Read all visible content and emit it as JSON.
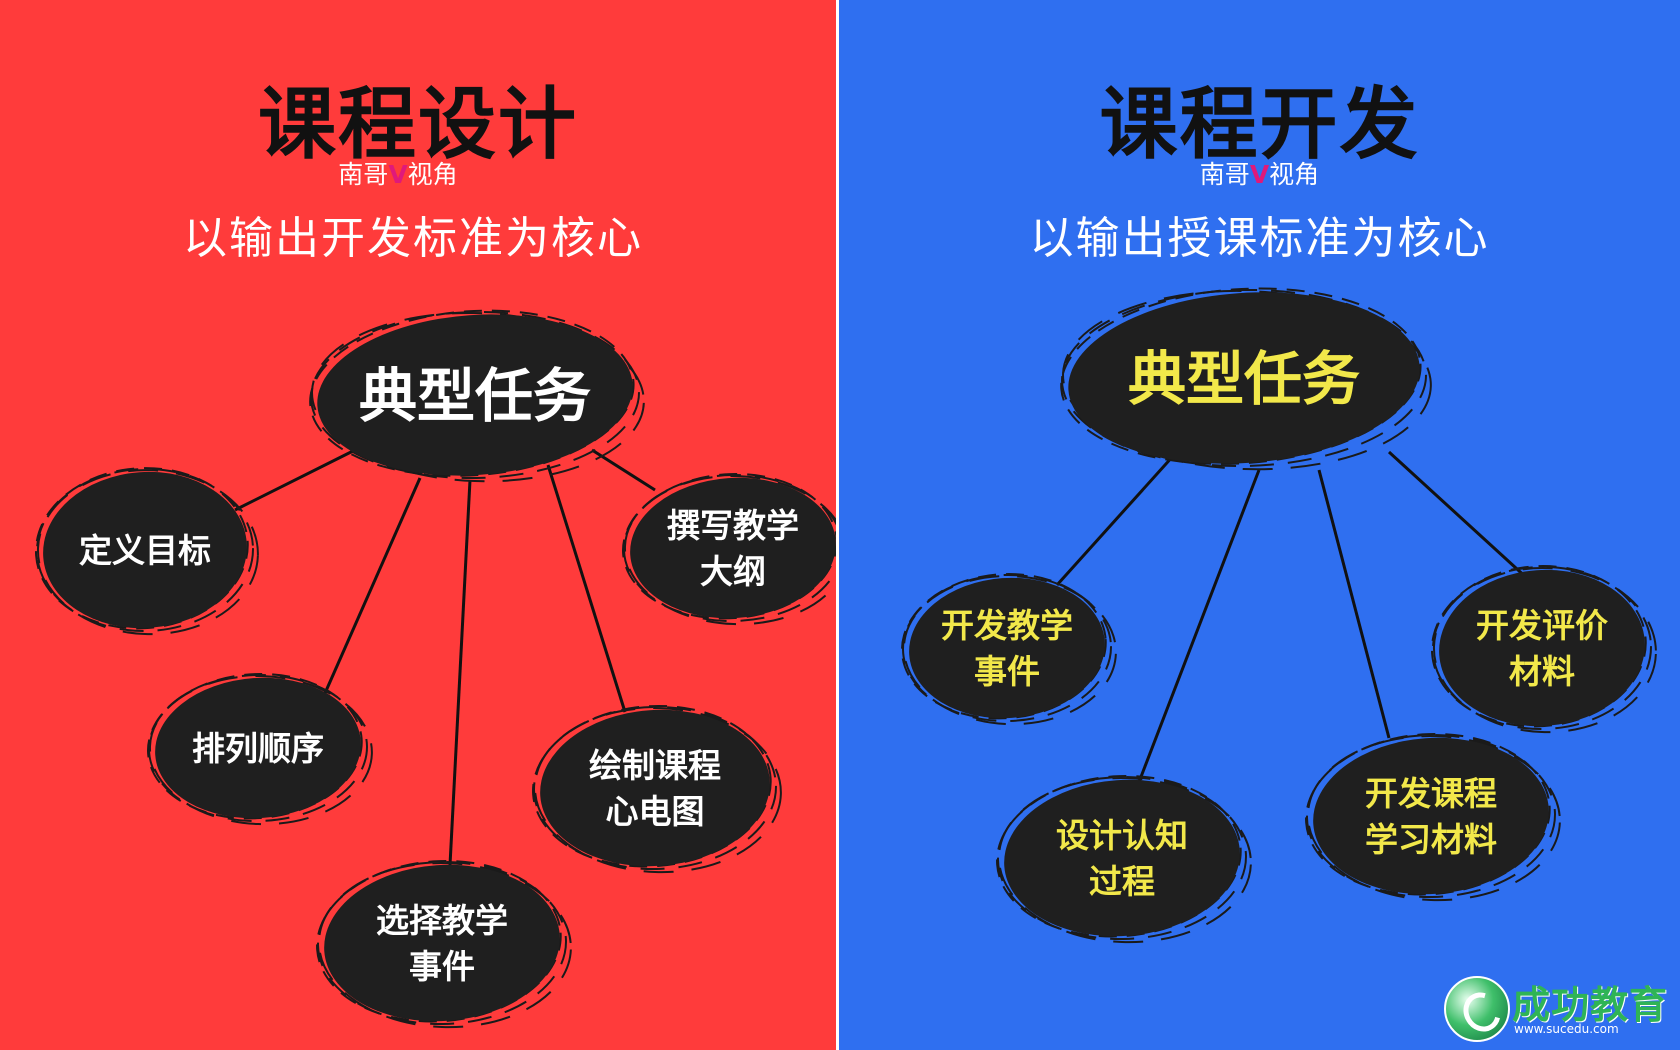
{
  "left": {
    "title": "课程设计",
    "brand_prefix": "南哥",
    "brand_v": "V",
    "brand_suffix": "视角",
    "subtitle": "以输出开发标准为核心",
    "center": "典型任务",
    "bg_color": "#ff3b3b",
    "text_color": "#ffffff",
    "nodes": [
      {
        "lines": [
          "定义目标"
        ]
      },
      {
        "lines": [
          "排列顺序"
        ]
      },
      {
        "lines": [
          "选择教学",
          "事件"
        ]
      },
      {
        "lines": [
          "绘制课程",
          "心电图"
        ]
      },
      {
        "lines": [
          "撰写教学",
          "大纲"
        ]
      }
    ]
  },
  "right": {
    "title": "课程开发",
    "brand_prefix": "南哥",
    "brand_v": "V",
    "brand_suffix": "视角",
    "subtitle": "以输出授课标准为核心",
    "center": "典型任务",
    "bg_color": "#2f6ff0",
    "text_color": "#f2e84a",
    "nodes": [
      {
        "lines": [
          "开发教学",
          "事件"
        ]
      },
      {
        "lines": [
          "设计认知",
          "过程"
        ]
      },
      {
        "lines": [
          "开发课程",
          "学习材料"
        ]
      },
      {
        "lines": [
          "开发评价",
          "材料"
        ]
      }
    ]
  },
  "watermark": {
    "text": "成功教育",
    "url": "www.sucedu.com"
  }
}
